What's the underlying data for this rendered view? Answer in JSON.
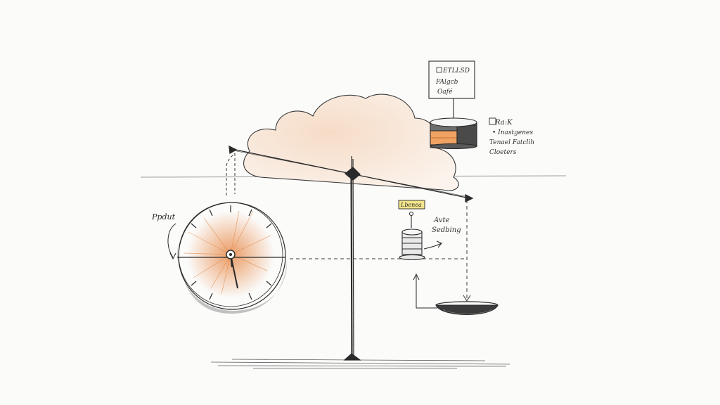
{
  "labels": {
    "box_line1": "ETLLSD",
    "box_line2": "FAlgcb",
    "box_line3": "Oafé",
    "db_title": "Ra:K",
    "db_item1": "• Inastgenes",
    "db_item2": "Tenael Fatclih",
    "db_item3": "Cloeters",
    "left_label": "Ppdut",
    "tag_label": "Lbenea",
    "mid_label1": "Avte",
    "mid_label2": "Sedbing"
  },
  "colors": {
    "ink": "#2e2e2e",
    "orange": "#e8a06b",
    "cloud_fill": "#f7e3d3",
    "tag_fill": "#f3e58a",
    "paper": "#fbfbfa"
  }
}
